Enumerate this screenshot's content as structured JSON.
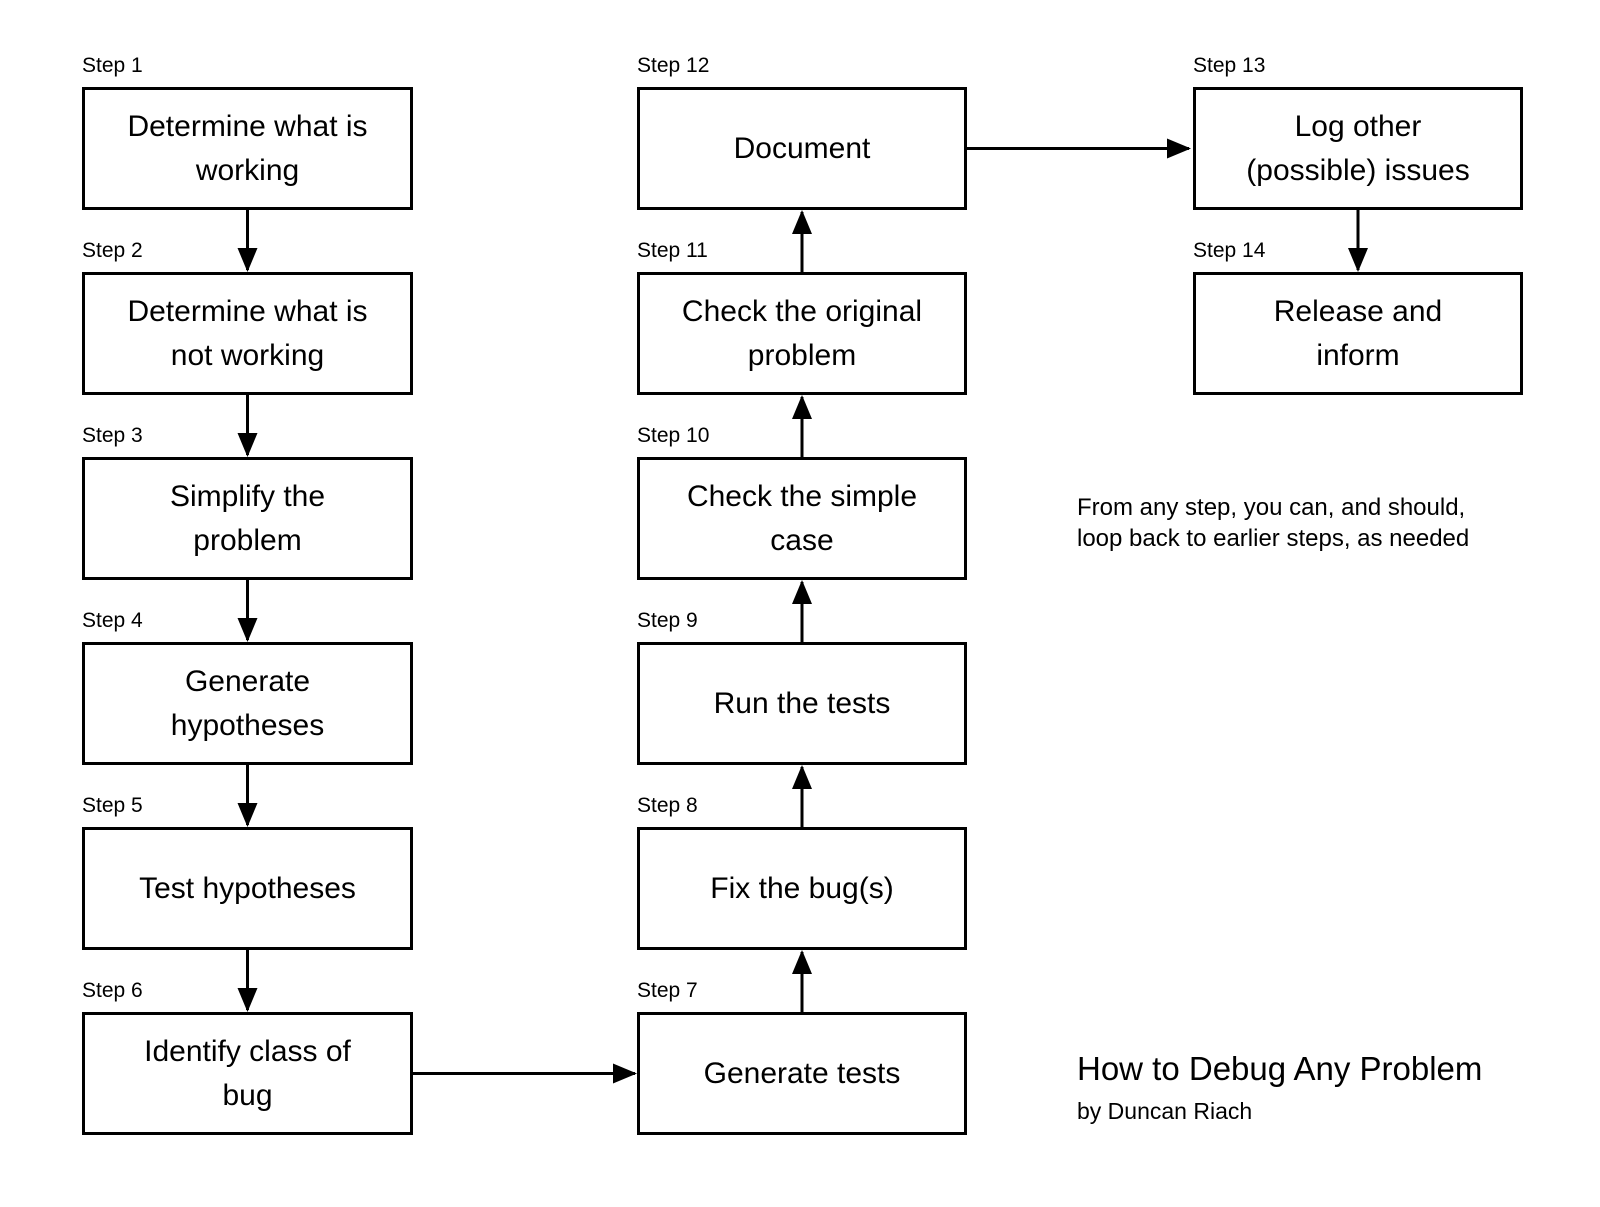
{
  "colors": {
    "ink": "#000000",
    "paper": "#ffffff"
  },
  "title": {
    "heading": "How to Debug Any Problem",
    "byline": "by Duncan Riach"
  },
  "note": {
    "line1": "From any step, you can, and should,",
    "line2": "loop back to earlier steps, as needed"
  },
  "steps": [
    {
      "label": "Step 1",
      "text": "Determine what is\nworking"
    },
    {
      "label": "Step 2",
      "text": "Determine what is\nnot working"
    },
    {
      "label": "Step 3",
      "text": "Simplify the\nproblem"
    },
    {
      "label": "Step 4",
      "text": "Generate\nhypotheses"
    },
    {
      "label": "Step 5",
      "text": "Test hypotheses"
    },
    {
      "label": "Step 6",
      "text": "Identify class of\nbug"
    },
    {
      "label": "Step 7",
      "text": "Generate tests"
    },
    {
      "label": "Step 8",
      "text": "Fix the bug(s)"
    },
    {
      "label": "Step 9",
      "text": "Run the tests"
    },
    {
      "label": "Step 10",
      "text": "Check the simple\ncase"
    },
    {
      "label": "Step 11",
      "text": "Check the original\nproblem"
    },
    {
      "label": "Step 12",
      "text": "Document"
    },
    {
      "label": "Step 13",
      "text": "Log other\n(possible) issues"
    },
    {
      "label": "Step 14",
      "text": "Release and\ninform"
    }
  ]
}
